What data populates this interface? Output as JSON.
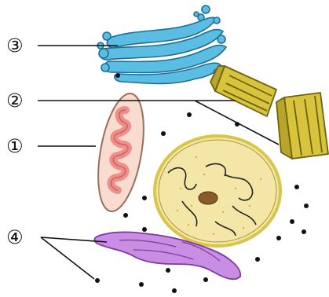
{
  "labels": {
    "golgi": "③",
    "centrosome": "②",
    "mitochondrion": "①",
    "er": "④"
  },
  "colors": {
    "golgi": "#5bbde2",
    "centriole": "#d7c43c",
    "mitochondrion_outer": "#f7dccf",
    "mitochondrion_inner": "#ef8e8a",
    "nucleus": "#f3e6a6",
    "nucleus_border": "#d8c64a",
    "nucleolus": "#8a5a2b",
    "er": "#c98de3",
    "line": "#111111"
  },
  "icons": [
    "golgi-apparatus",
    "centrioles",
    "mitochondrion",
    "nucleus",
    "endoplasmic-reticulum",
    "ribosome-dots"
  ]
}
